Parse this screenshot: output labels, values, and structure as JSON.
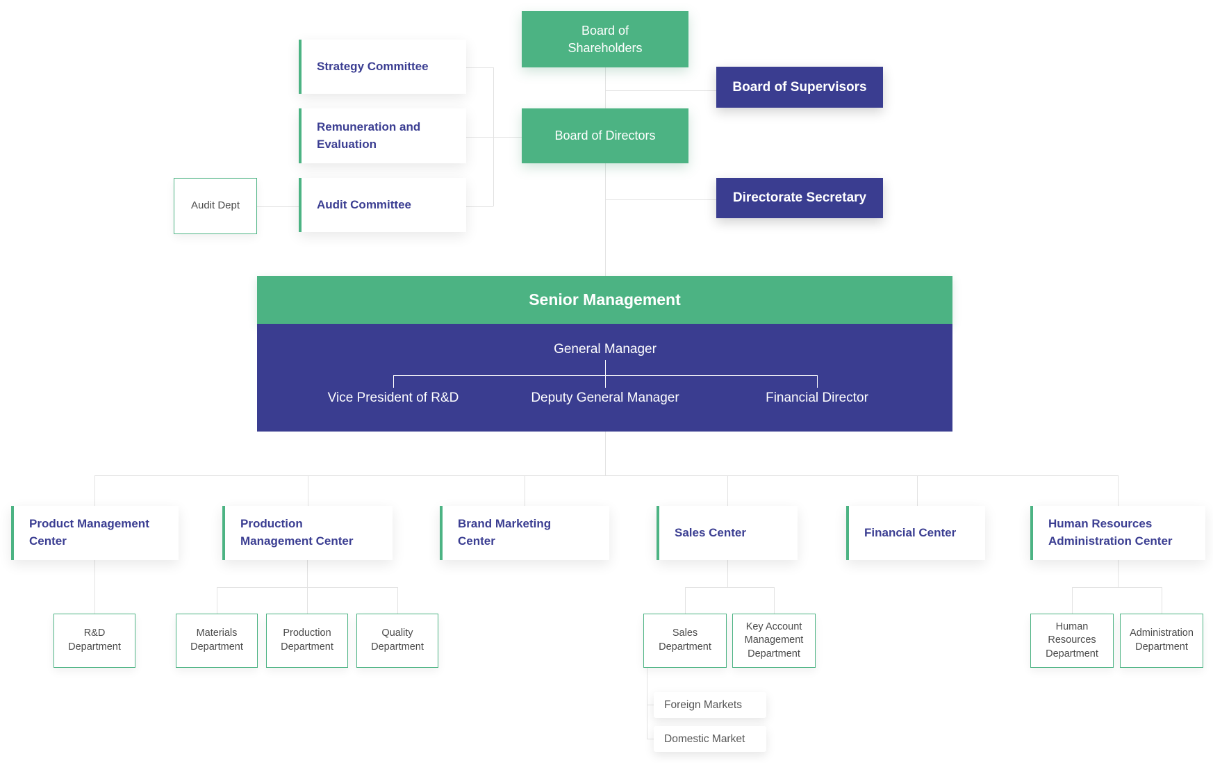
{
  "colors": {
    "node_green": "#4CB383",
    "node_indigo": "#3A3D90",
    "card_text_indigo": "#3B3E92",
    "muted_text": "#4A4A4A",
    "connector_line": "#E2E2E2"
  },
  "governance": {
    "shareholders": "Board of Shareholders",
    "directors": "Board of Directors",
    "supervisors": "Board of Supervisors",
    "secretary": "Directorate Secretary",
    "committees": [
      {
        "label": "Strategy Committee"
      },
      {
        "label": "Remuneration and Evaluation"
      },
      {
        "label": "Audit Committee"
      }
    ],
    "audit_dept": "Audit Dept"
  },
  "senior_management": {
    "title": "Senior Management",
    "general_manager": "General Manager",
    "reports": [
      {
        "label": "Vice President of R&D"
      },
      {
        "label": "Deputy General Manager"
      },
      {
        "label": "Financial Director"
      }
    ]
  },
  "centers": [
    {
      "label": "Product Management Center"
    },
    {
      "label": "Production Management Center"
    },
    {
      "label": "Brand Marketing Center"
    },
    {
      "label": "Sales Center"
    },
    {
      "label": "Financial Center"
    },
    {
      "label": "Human Resources Administration Center"
    }
  ],
  "departments": {
    "rnd": "R&D Department",
    "materials": "Materials Department",
    "production": "Production Department",
    "quality": "Quality Department",
    "sales": "Sales Department",
    "key_account": "Key Account Management Department",
    "human_resources": "Human Resources Department",
    "administration": "Administration Department"
  },
  "markets": {
    "foreign": "Foreign Markets",
    "domestic": "Domestic Market"
  }
}
